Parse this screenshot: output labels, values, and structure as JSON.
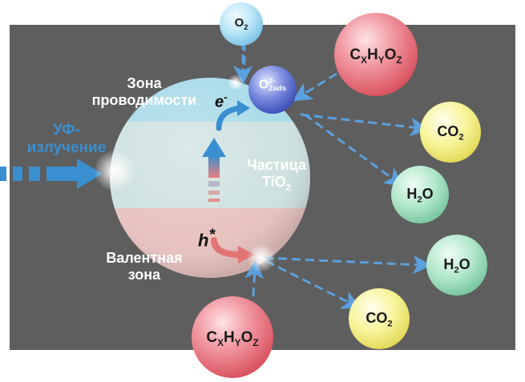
{
  "labels": {
    "conduction_zone": [
      "Зона",
      "проводимости"
    ],
    "valence_zone": [
      "Валентная",
      "зона"
    ],
    "uv": [
      "УФ-",
      "излучение"
    ],
    "particle": [
      "Частица",
      "TiO"
    ],
    "particle_sub": "2",
    "electron": "e",
    "electron_sup": "-",
    "hole": "h",
    "hole_sup": "*"
  },
  "molecules": {
    "o2_top": {
      "base": "O",
      "sub": "2"
    },
    "o2_ads": {
      "base": "O",
      "sub": "2ads",
      "sup": "2-"
    },
    "cxhyoz_top": {
      "parts": [
        "C",
        "X",
        "H",
        "Y",
        "O",
        "Z"
      ]
    },
    "co2_right": {
      "base": "CO",
      "sub": "2"
    },
    "h2o_right": {
      "pre": "H",
      "sub": "2",
      "post": "O"
    },
    "h2o_lower": {
      "pre": "H",
      "sub": "2",
      "post": "O"
    },
    "co2_lower": {
      "base": "CO",
      "sub": "2"
    },
    "cxhyoz_bottom": {
      "parts": [
        "C",
        "X",
        "H",
        "Y",
        "O",
        "Z"
      ]
    }
  },
  "colors": {
    "background_panel": "#5e5e5e",
    "conduction_band": "#a9dbe8",
    "valence_band": "#e8c3c0",
    "arrow_blue": "#3a8fd0",
    "arrow_red": "#e06a6a",
    "co2_yellow": "#f7f390",
    "h2o_green": "#a6e2c4",
    "cxhyoz_red": "#ee7c87",
    "o2_lightblue": "#aee0f5",
    "o2ads_purple": "#5a6ed0"
  }
}
